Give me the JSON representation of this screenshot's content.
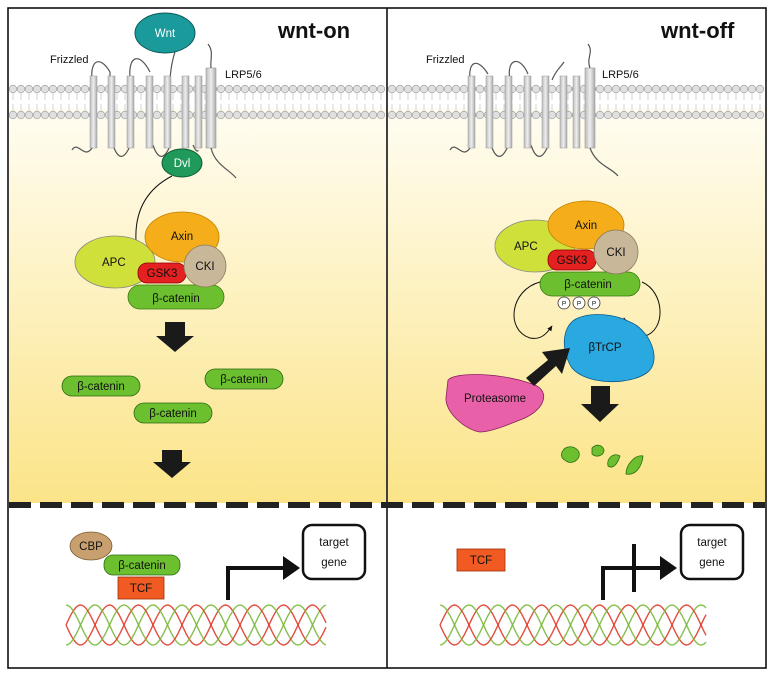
{
  "panels": {
    "on": {
      "title": "wnt-on",
      "wnt": "Wnt",
      "frizzled": "Frizzled",
      "lrp": "LRP5/6",
      "dvl": "Dvl",
      "complex": {
        "axin": "Axin",
        "apc": "APC",
        "gsk3": "GSK3",
        "cki": "CKI",
        "bcat": "β-catenin"
      },
      "free_bcat": [
        "β-catenin",
        "β-catenin",
        "β-catenin"
      ],
      "nucleus": {
        "cbp": "CBP",
        "bcat": "β-catenin",
        "tcf": "TCF",
        "target_line1": "target",
        "target_line2": "gene"
      }
    },
    "off": {
      "title": "wnt-off",
      "frizzled": "Frizzled",
      "lrp": "LRP5/6",
      "complex": {
        "axin": "Axin",
        "apc": "APC",
        "gsk3": "GSK3",
        "cki": "CKI",
        "bcat": "β-catenin"
      },
      "phospho": [
        "P",
        "P",
        "P"
      ],
      "btrcp": "βTrCP",
      "proteasome": "Proteasome",
      "nucleus": {
        "tcf": "TCF",
        "target_line1": "target",
        "target_line2": "gene"
      }
    }
  },
  "colors": {
    "wnt": "#1a9a9a",
    "dvl": "#1f9a5a",
    "axin": "#f5ae1a",
    "apc": "#cfe03a",
    "gsk3": "#e42020",
    "cki": "#c9b79a",
    "bcat": "#6cbf2e",
    "tcf": "#f15a22",
    "cbp": "#c8a070",
    "btrcp": "#2aa8e0",
    "proteasome": "#e860a8",
    "cytoplasm": "#fbe89a",
    "dna_red": "#e03a2a",
    "dna_green": "#7ab83a"
  }
}
